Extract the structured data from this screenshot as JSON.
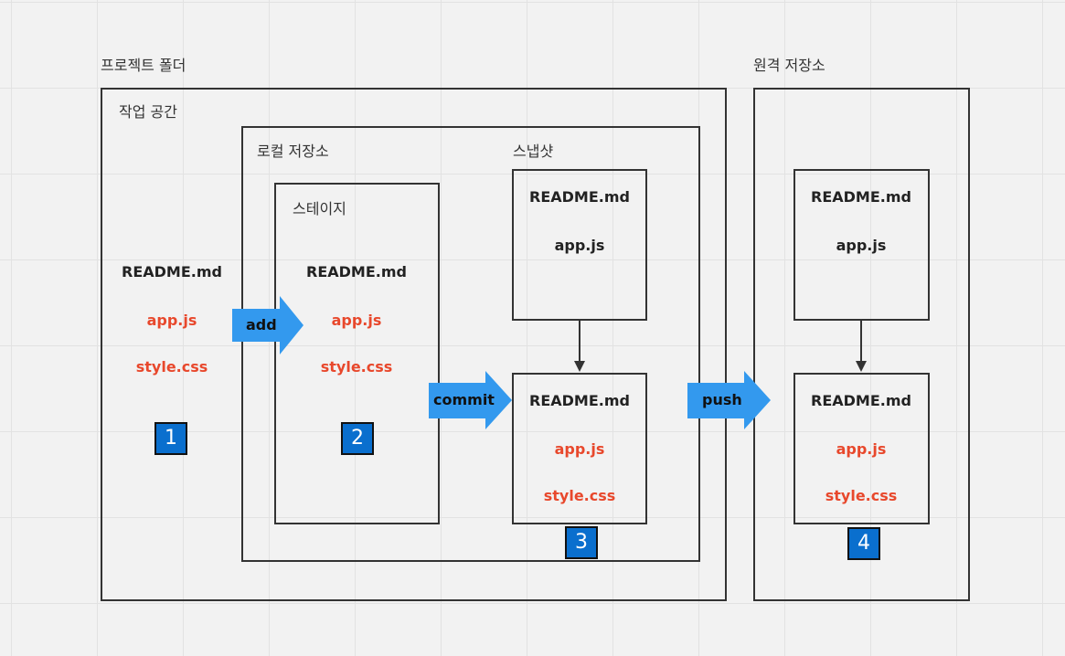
{
  "labels": {
    "project_folder": "프로젝트 폴더",
    "remote_repo": "원격 저장소",
    "working_space": "작업 공간",
    "local_repo": "로컬 저장소",
    "snapshot": "스냅샷",
    "stage": "스테이지"
  },
  "files": {
    "readme": "README.md",
    "app": "app.js",
    "style": "style.css"
  },
  "arrows": {
    "add": "add",
    "commit": "commit",
    "push": "push"
  },
  "badges": [
    "1",
    "2",
    "3",
    "4"
  ],
  "colors": {
    "arrow": "#3399ee",
    "badge": "#0a6fce",
    "changed_file": "#e8482c",
    "border": "#333333"
  }
}
